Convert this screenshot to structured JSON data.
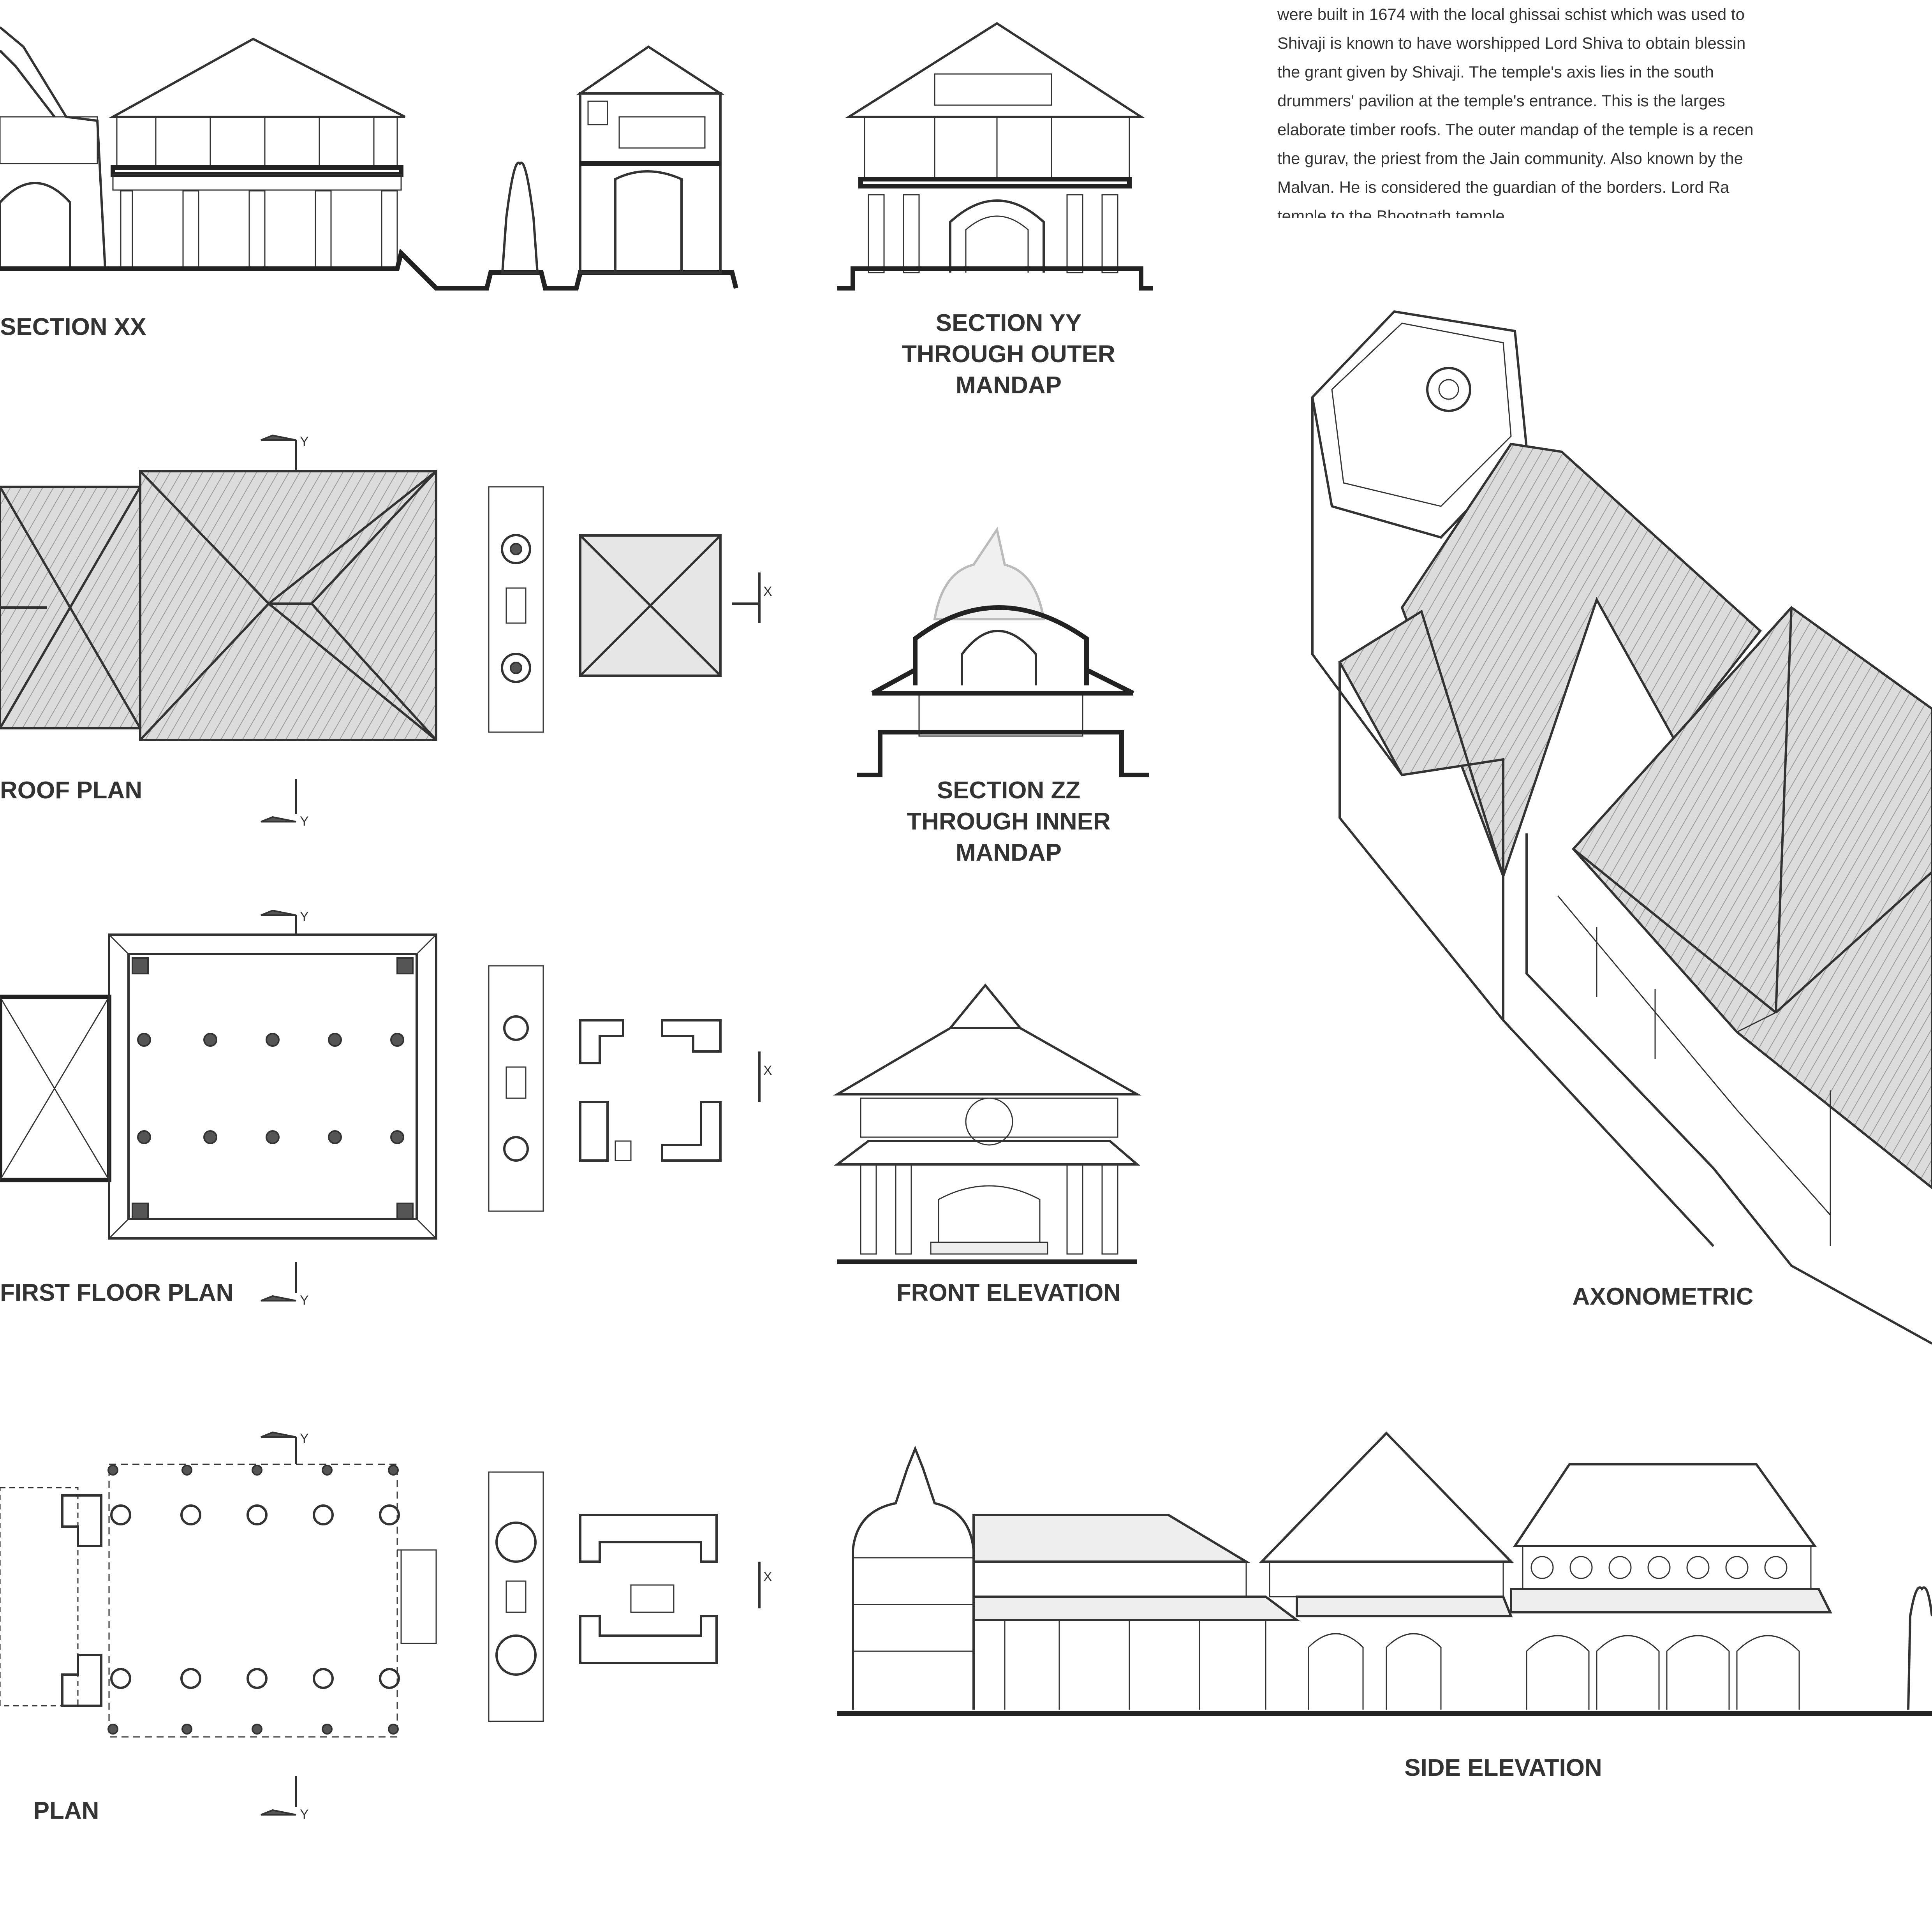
{
  "sheet": {
    "description": [
      "were built in 1674 with the local ghissai schist which was used to",
      "Shivaji is known to have worshipped Lord Shiva to obtain blessin",
      "the grant given by Shivaji. The temple's axis lies in the south",
      "drummers' pavilion at the temple's entrance. This is the larges",
      "elaborate timber roofs. The outer mandap of the temple is a recen",
      "the gurav, the priest from the Jain community. Also known by the",
      "Malvan. He is considered the guardian of the borders. Lord Ra",
      "temple to the Bhootnath temple."
    ],
    "labels": {
      "section_xx": "SECTION XX",
      "section_yy": [
        "SECTION YY",
        "THROUGH OUTER",
        "MANDAP"
      ],
      "roof_plan": "ROOF PLAN",
      "section_zz": [
        "SECTION ZZ",
        "THROUGH INNER",
        "MANDAP"
      ],
      "first_floor_plan": "FIRST FLOOR PLAN",
      "front_elevation": "FRONT ELEVATION",
      "axonometric": "AXONOMETRIC",
      "plan": "PLAN",
      "side_elevation": "SIDE ELEVATION"
    },
    "section_markers": [
      "Y",
      "Y",
      "Y",
      "Y",
      "Y",
      "Y",
      "X",
      "X",
      "X"
    ]
  }
}
